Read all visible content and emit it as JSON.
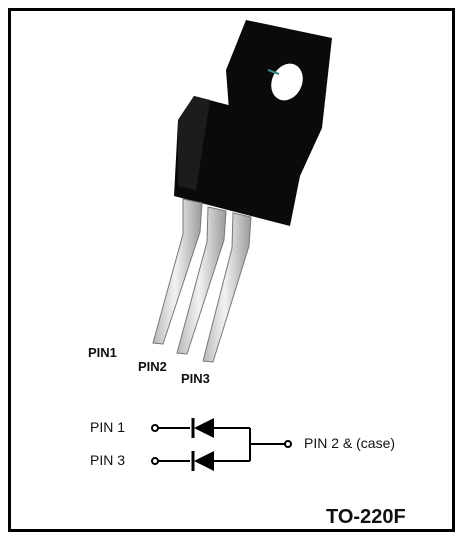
{
  "package_drawing": {
    "pin_labels": [
      "PIN1",
      "PIN2",
      "PIN3"
    ]
  },
  "schematic": {
    "left_labels": [
      "PIN 1",
      "PIN 3"
    ],
    "right_label": "PIN 2 & (case)"
  },
  "package_name": "TO-220F"
}
